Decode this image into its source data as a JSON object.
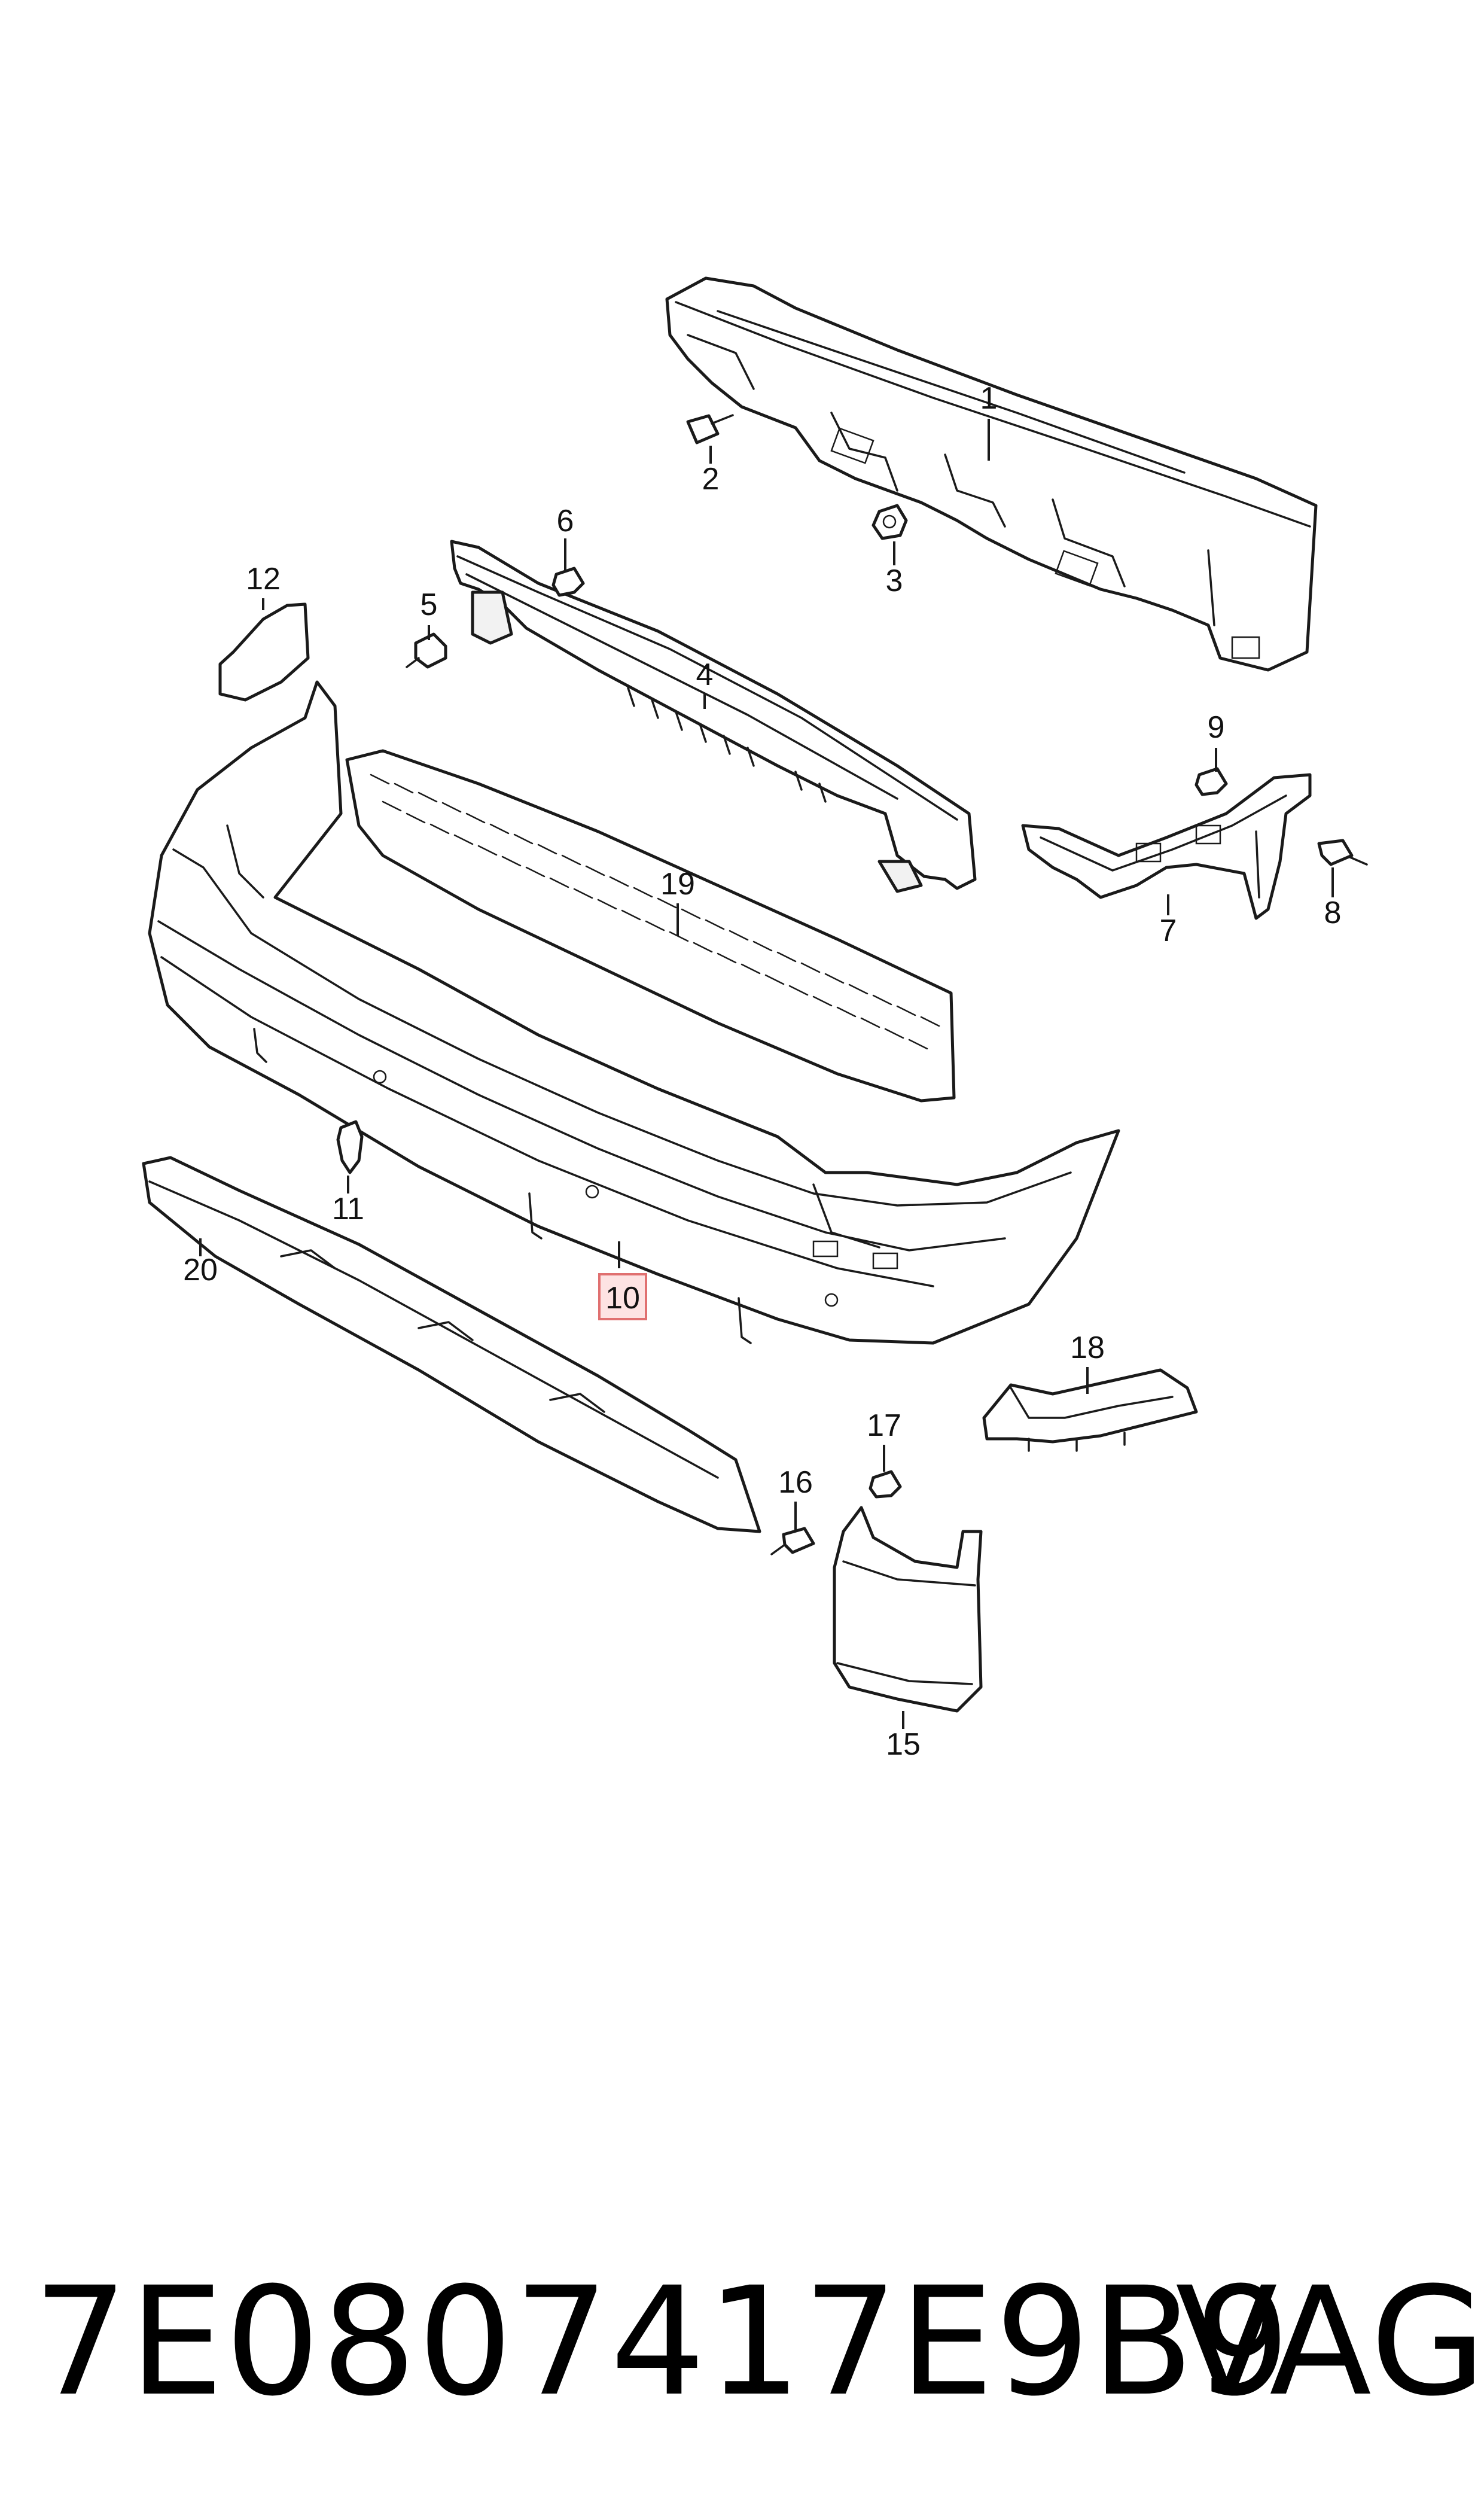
{
  "callouts": {
    "c1": "1",
    "c2": "2",
    "c3": "3",
    "c4": "4",
    "c5": "5",
    "c6": "6",
    "c7": "7",
    "c8": "8",
    "c9": "9",
    "c10": "10",
    "c11": "11",
    "c12": "12",
    "c15": "15",
    "c16": "16",
    "c17": "17",
    "c18": "18",
    "c19": "19",
    "c20": "20"
  },
  "highlight_color": "#fde3e3",
  "footer": {
    "part_number": "7E0807417E9B9",
    "brand": "VAG"
  }
}
